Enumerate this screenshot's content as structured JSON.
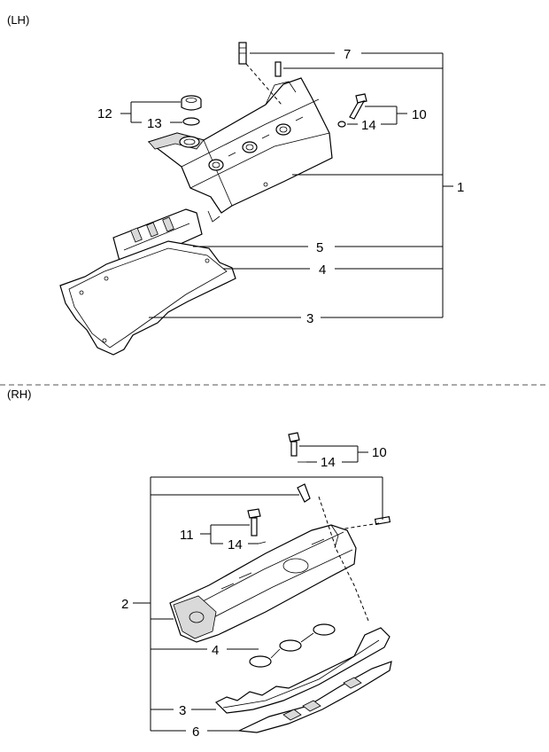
{
  "sections": {
    "top": "(LH)",
    "bottom": "(RH)"
  },
  "callouts_lh": {
    "c7": "7",
    "c12": "12",
    "c13": "13",
    "c10": "10",
    "c14": "14",
    "c1": "1",
    "c5": "5",
    "c4": "4",
    "c3": "3"
  },
  "callouts_rh": {
    "c10": "10",
    "c14a": "14",
    "c11": "11",
    "c14b": "14",
    "c2": "2",
    "c4": "4",
    "c3": "3",
    "c6": "6"
  }
}
